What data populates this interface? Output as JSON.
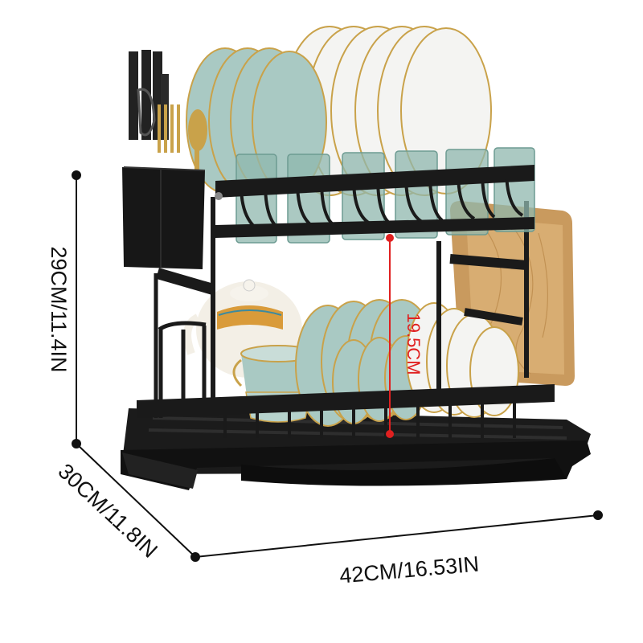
{
  "dimensions": {
    "height_label": "29CM/11.4IN",
    "depth_label": "30CM/11.8IN",
    "width_label": "42CM/16.53IN",
    "tier_gap_label": "19.5CM"
  },
  "colors": {
    "rack_frame": "#1a1a1a",
    "plate_teal": "#a9c9c3",
    "plate_white": "#f4f4f2",
    "plate_rim": "#c9a24a",
    "glass_teal": "#8fb7ae",
    "cutting_board": "#c99a5e",
    "measure_line": "#e02020",
    "dimension_line": "#111111",
    "background": "#ffffff"
  },
  "icons": {
    "product": "dish-rack-illustration",
    "knife": "knife-icon",
    "spoon": "spoon-icon",
    "fork": "fork-icon",
    "teapot": "teapot-icon",
    "cup": "cup-icon"
  }
}
